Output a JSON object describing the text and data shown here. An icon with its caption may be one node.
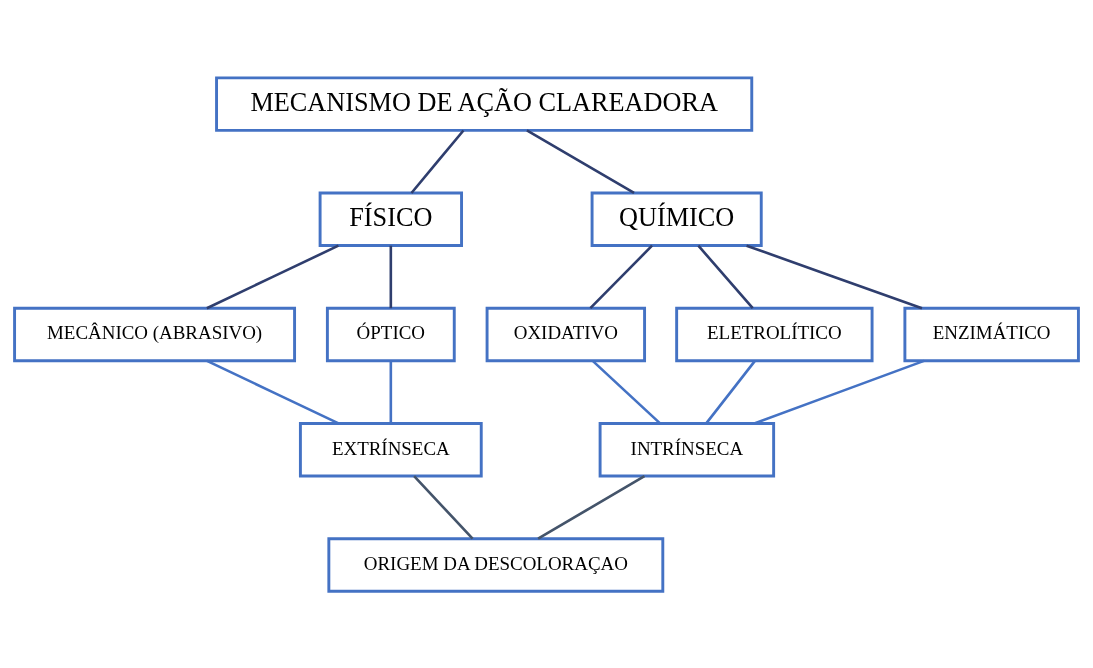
{
  "diagram": {
    "nodes": [
      {
        "text": [
          "MECANISMO DE AÇÃO CLAREADORA"
        ]
      },
      {
        "text": [
          "FÍSICO"
        ]
      },
      {
        "text": [
          "QUÍMICO"
        ]
      },
      {
        "text": [
          "MECÂNICO (ABRASIVO)"
        ]
      },
      {
        "text": [
          "ÓPTICO"
        ]
      },
      {
        "text": [
          "OXIDATIVO"
        ]
      },
      {
        "text": [
          "ELETROLÍTICO"
        ]
      },
      {
        "text": [
          "ENZIMÁTICO"
        ]
      },
      {
        "text": [
          "EXTRÍNSECA"
        ]
      },
      {
        "text": [
          "INTRÍNSECA"
        ]
      },
      {
        "text": [
          "ORIGEM DA DESCOLORAÇAO"
        ]
      }
    ],
    "edges": [
      {
        "from": 0,
        "to": 1,
        "arrow": "none"
      },
      {
        "from": 0,
        "to": 2,
        "arrow": "none"
      },
      {
        "from": 1,
        "to": 3,
        "arrow": "none"
      },
      {
        "from": 1,
        "to": 4,
        "arrow": "none"
      },
      {
        "from": 2,
        "to": 5,
        "arrow": "none"
      },
      {
        "from": 2,
        "to": 6,
        "arrow": "none"
      },
      {
        "from": 2,
        "to": 7,
        "arrow": "none"
      },
      {
        "from": 3,
        "to": 8,
        "arrow": "none",
        "color": "#4472c4"
      },
      {
        "from": 4,
        "to": 8,
        "arrow": "none",
        "color": "#4472c4"
      },
      {
        "from": 5,
        "to": 9,
        "arrow": "none",
        "color": "#4472c4"
      },
      {
        "from": 6,
        "to": 9,
        "arrow": "none",
        "color": "#4472c4"
      },
      {
        "from": 7,
        "to": 9,
        "arrow": "none",
        "color": "#4472c4"
      },
      {
        "from": 8,
        "to": 10,
        "arrow": "none",
        "color": "#44546a"
      },
      {
        "from": 9,
        "to": 10,
        "arrow": "none",
        "color": "#44546a"
      }
    ]
  }
}
